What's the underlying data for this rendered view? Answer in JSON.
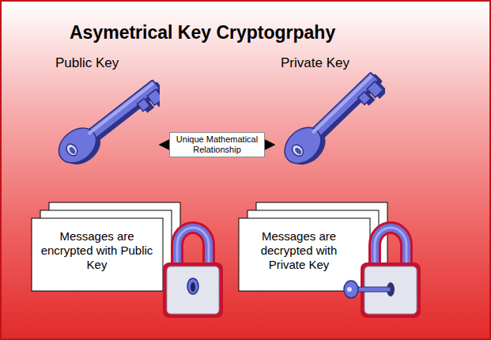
{
  "diagram": {
    "title": "Asymetrical Key Cryptogrpahy",
    "nodes": [
      {
        "text": [
          "Public Key"
        ]
      },
      {
        "text": [
          "Private Key"
        ]
      },
      {
        "text": [
          "Messages are encrypted with Public Key"
        ]
      },
      {
        "text": [
          "Messages are decrypted with Private Key"
        ]
      }
    ],
    "edges": [
      {
        "from": 0,
        "to": 1,
        "label": "Unique Mathematical Relationship",
        "arrow": "both"
      }
    ]
  }
}
